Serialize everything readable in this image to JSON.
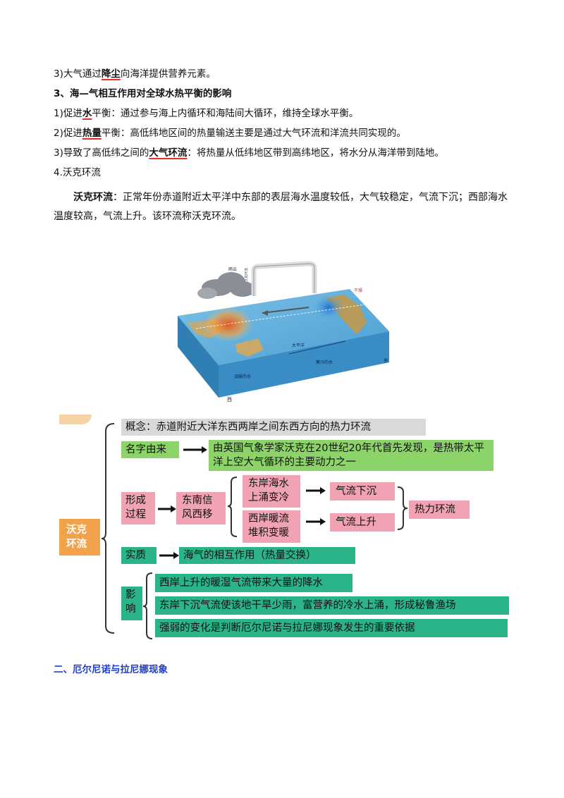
{
  "lines": {
    "l1_pre": "3)大气通过",
    "l1_key": "降尘",
    "l1_post": "向海洋提供营养元素。",
    "l2": "3、海—气相互作用对全球水热平衡的影响",
    "l3_pre": "1)促进",
    "l3_key": "水",
    "l3_post": "平衡：通过参与海上内循环和海陆间大循环，维持全球水平衡。",
    "l4_pre": "2)促进",
    "l4_key": "热量",
    "l4_post": "平衡：高低纬地区间的热量输送主要是通过大气环流和洋流共同实现的。",
    "l5_pre": "3)导致了高低纬之间的",
    "l5_key": "大气环流",
    "l5_post": "：将热量从低纬地区带到高纬地区，将水分从海洋带到陆地。",
    "l6": "4.沃克环流",
    "para_key": "沃克环流",
    "para_text": "：正常年份赤道附近太平洋中东部的表层海水温度较低，大气较稳定，气流下沉；西部海水温度较高，气流上升。该环流称沃克环流。"
  },
  "figure": {
    "label_rain": "雨云",
    "label_dry": "干燥",
    "label_pacific": "太平洋",
    "label_cold": "寒冷的水",
    "label_warm": "温暖的水",
    "label_east": "东",
    "label_west": "西",
    "label_walker": "沃克环流"
  },
  "mindmap": {
    "root": "沃克环流",
    "concept": "概念：赤道附近大洋东西两岸之间东西方向的热力环流",
    "name_origin": "名字由来",
    "name_origin_text": "由英国气象学家沃克在20世纪20年代首先发现，是热带太平洋上空大气循环的主要动力之一",
    "formation": "形成过程",
    "trade_wind": "东南信风西移",
    "east_coast": "东岸海水上涌变冷",
    "west_coast": "西岸暖流堆积变暖",
    "air_down": "气流下沉",
    "air_up": "气流上升",
    "thermal": "热力环流",
    "essence": "实质",
    "essence_text": "海气的相互作用（热量交换）",
    "impact": "影响",
    "impact_1": "西岸上升的暖湿气流带来大量的降水",
    "impact_2": "东岸下沉气流使该地干旱少雨，富营养的冷水上涌，形成秘鲁渔场",
    "impact_3": "强弱的变化是判断厄尔尼诺与拉尼娜现象发生的重要依据"
  },
  "section2": "二、厄尔尼诺与拉尼娜现象"
}
